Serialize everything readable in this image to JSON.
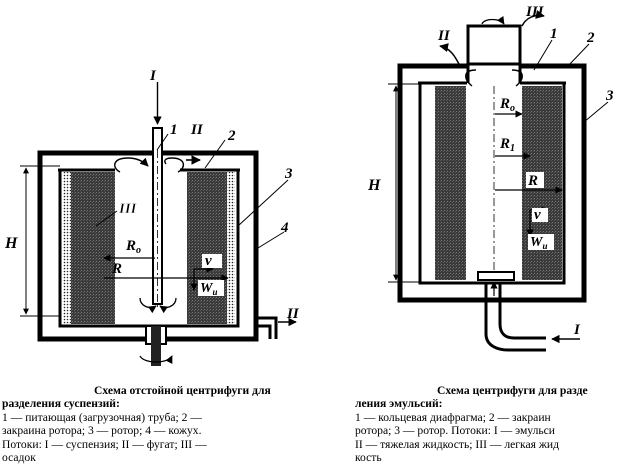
{
  "left": {
    "labels": {
      "stream_in": "I",
      "pipe": "1",
      "fugate_out": "II",
      "rim": "2",
      "rotor": "3",
      "casing": "4",
      "sediment": "III",
      "height": "H",
      "r0": "R",
      "r0_sub": "o",
      "r": "R",
      "v": "v",
      "w": "W",
      "w_sub": "u",
      "outlet": "II"
    },
    "caption": {
      "title_line1": "Схема отстойной центрифуги для",
      "title_line2": "разделения суспензий:",
      "line1": "1 — питающая (загрузочная) труба; 2 —",
      "line2": "закраина ротора; 3 — ротор; 4 — кожух.",
      "line3": "Потоки: I — суспензия; II — фугат; III —",
      "line4": "осадок"
    }
  },
  "right": {
    "labels": {
      "heavy_out": "II",
      "light_out": "III",
      "diaphragm": "1",
      "casing": "2",
      "rotor": "3",
      "height": "H",
      "r0": "R",
      "r0_sub": "o",
      "r1": "R",
      "r1_sub": "1",
      "r": "R",
      "v": "v",
      "w": "W",
      "w_sub": "u",
      "inlet": "I"
    },
    "caption": {
      "title_line1": "Схема центрифуги для разде",
      "title_line2": "ления эмульсий:",
      "line1": "1 — кольцевая диафрагма; 2 — закраин",
      "line2": "ротора; 3 — ротор. Потоки: I — эмульси",
      "line3": "II — тяжелая жидкость; III — легкая жид",
      "line4": "кость"
    }
  }
}
